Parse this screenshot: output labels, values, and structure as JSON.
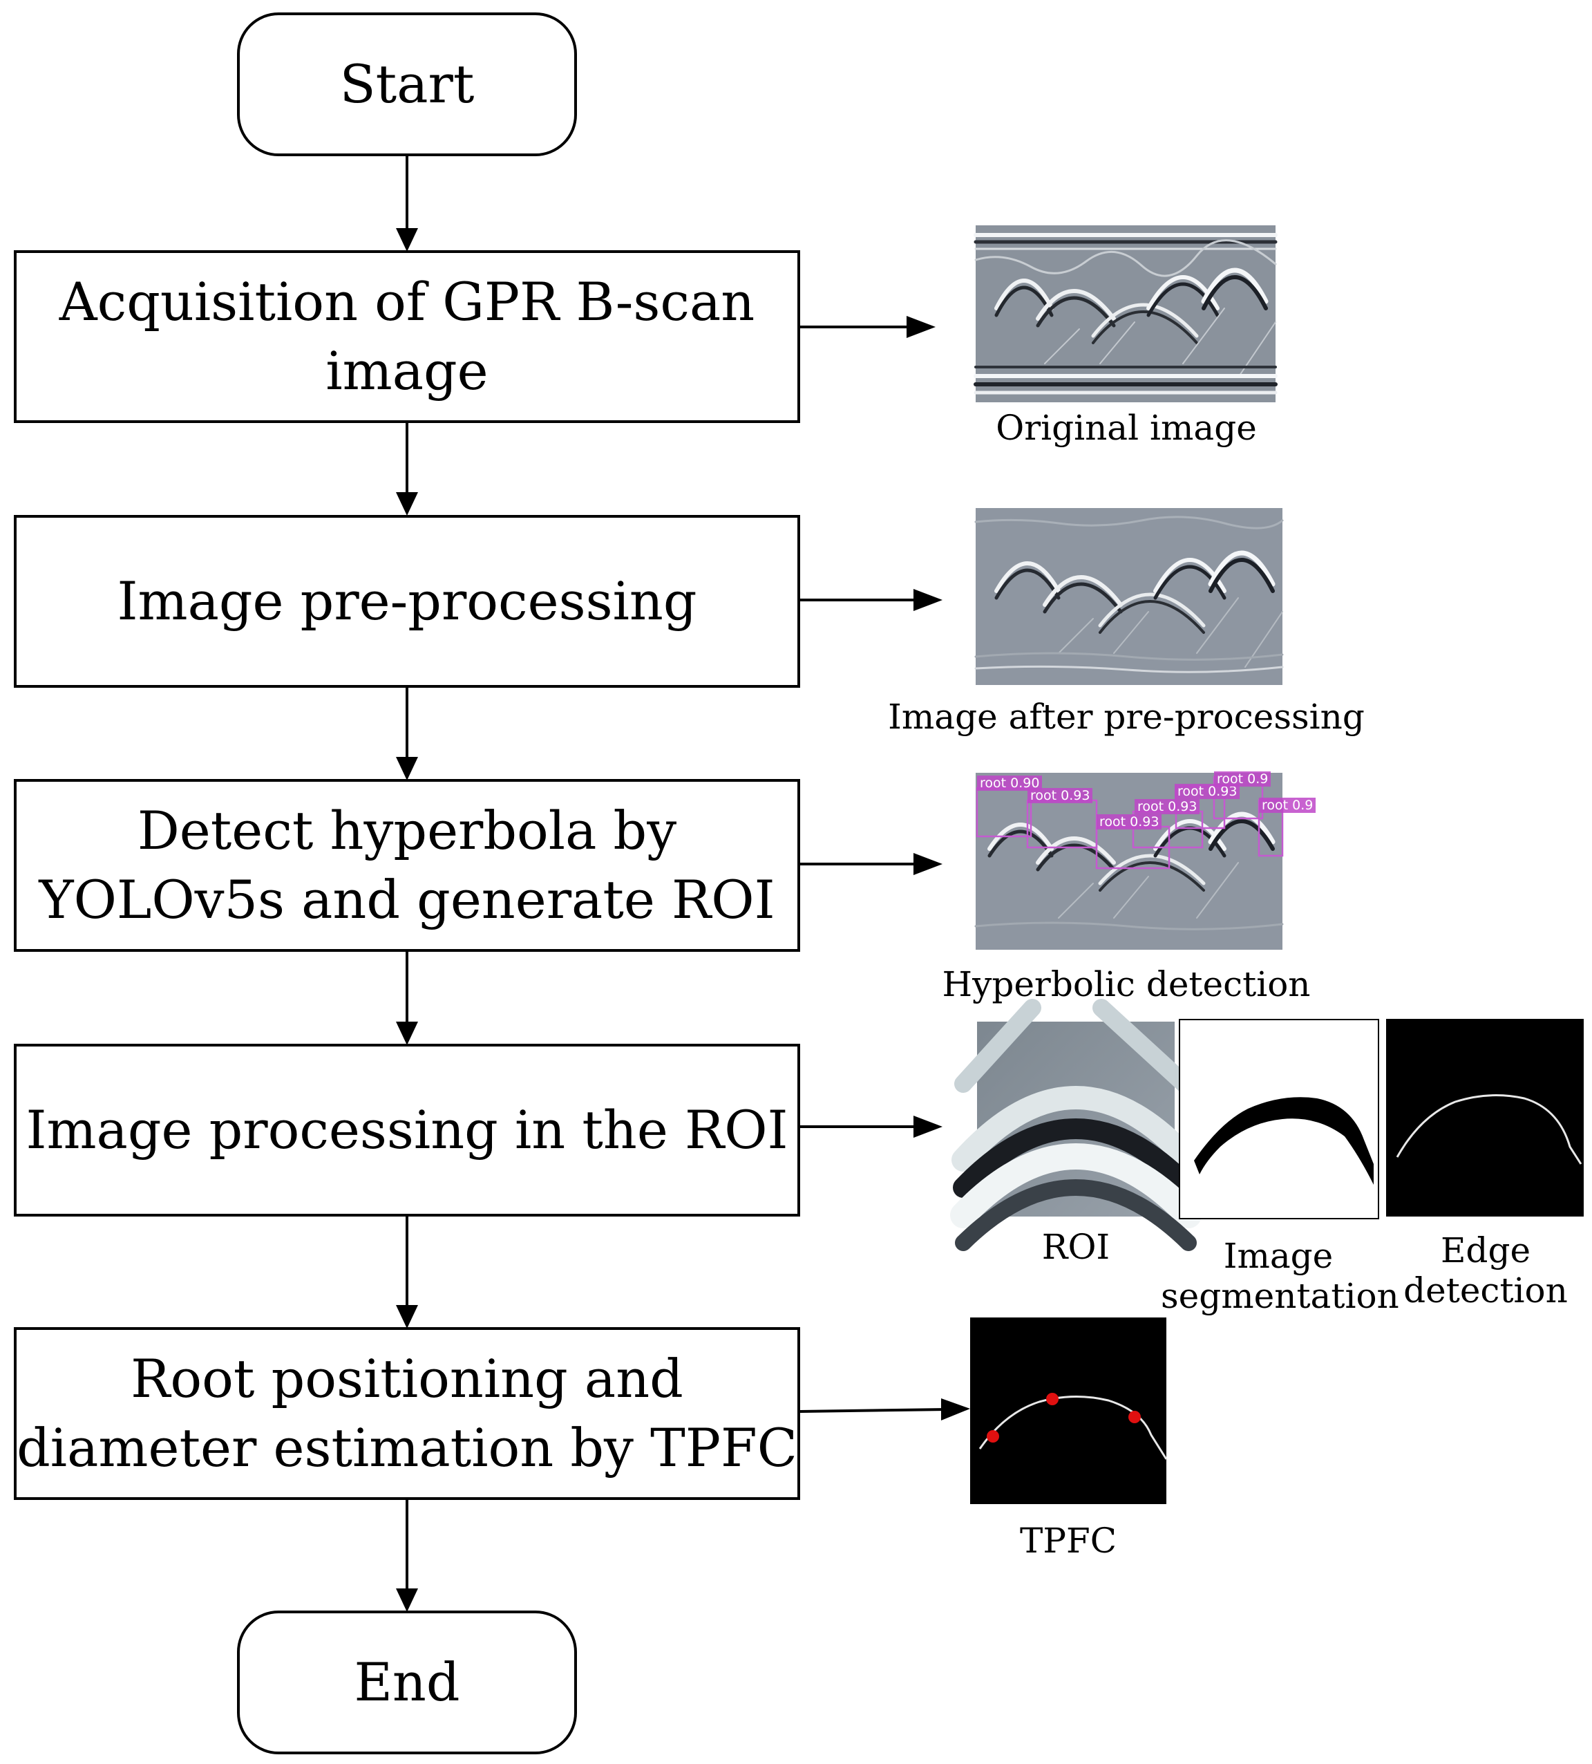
{
  "flow": {
    "start": "Start",
    "step1": [
      "Acquisition of GPR B-scan",
      "image"
    ],
    "step2": "Image pre-processing",
    "step3": [
      "Detect hyperbola by",
      "YOLOv5s and generate ROI"
    ],
    "step4": "Image processing in the ROI",
    "step5": [
      "Root positioning and",
      "diameter estimation by TPFC"
    ],
    "end": "End"
  },
  "captions": {
    "original": "Original image",
    "preprocessed": "Image after pre-processing",
    "detection": "Hyperbolic detection",
    "roi": "ROI",
    "segmentation": [
      "Image",
      "segmentation"
    ],
    "edge": [
      "Edge",
      "detection"
    ],
    "tpfc": "TPFC"
  },
  "detections": [
    "root 0.90",
    "root 0.93",
    "root 0.93",
    "root 0.93",
    "root 0.93",
    "root 0.9",
    "root 0.9"
  ],
  "colors": {
    "scan_bg": "#8a929c",
    "detection_box": "#c45ad0",
    "tpfc_point": "#e01010"
  }
}
